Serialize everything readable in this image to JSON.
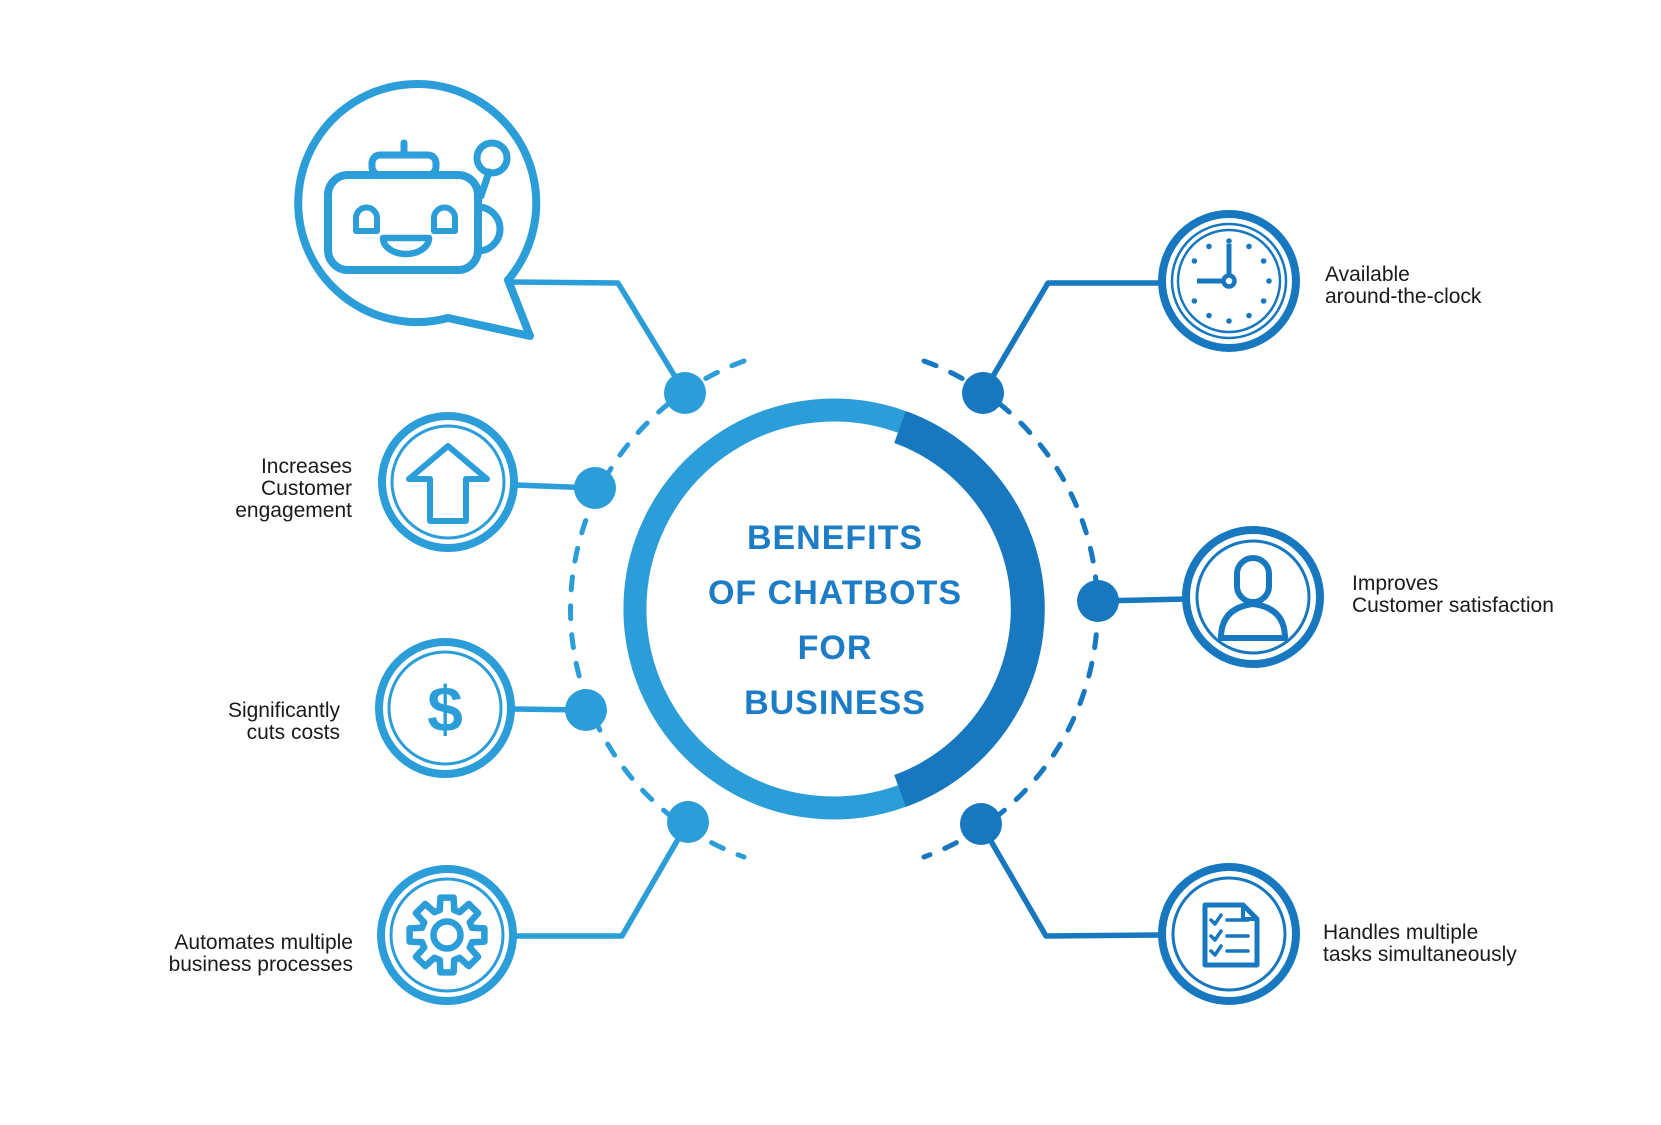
{
  "infographic": {
    "title_lines": [
      "BENEFITS",
      "OF CHATBOTS",
      "FOR",
      "BUSINESS"
    ]
  },
  "benefits": [
    {
      "icon": "arrow-up-icon",
      "lines": [
        "Increases",
        "Customer",
        "engagement"
      ]
    },
    {
      "icon": "dollar-sign-icon",
      "glyph": "$",
      "lines": [
        "Significantly",
        "cuts costs"
      ]
    },
    {
      "icon": "gear-icon",
      "lines": [
        "Automates multiple",
        "business processes"
      ]
    },
    {
      "icon": "clock-icon",
      "lines": [
        "Available",
        "around-the-clock"
      ]
    },
    {
      "icon": "person-icon",
      "lines": [
        "Improves",
        "Customer satisfaction"
      ]
    },
    {
      "icon": "checklist-document-icon",
      "lines": [
        "Handles multiple",
        "tasks simultaneously"
      ]
    }
  ],
  "decor": {
    "mascot": "chatbot-robot-speech-bubble-icon"
  },
  "colors": {
    "light_blue": "#2B9DD8",
    "dark_blue": "#1777BF",
    "title_blue": "#1C7CC5",
    "label_text": "#1A1A1A",
    "background": "#FFFFFF"
  }
}
